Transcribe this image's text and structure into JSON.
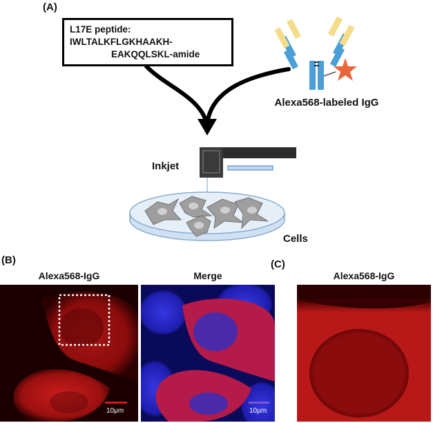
{
  "panels": {
    "a": "(A)",
    "b": "(B)",
    "c": "(C)"
  },
  "peptide": {
    "name": "L17E peptide:",
    "seq_line1": "IWLTALKFLGKHAAKH-",
    "seq_line2": "EAKQQLSKL-amide"
  },
  "labels": {
    "igg": "Alexa568-labeled IgG",
    "inkjet": "Inkjet",
    "cells": "Cells"
  },
  "images": {
    "b1_title": "Alexa568-IgG",
    "b2_title": "Merge",
    "c_title": "Alexa568-IgG",
    "scale": "10μm"
  },
  "colors": {
    "antibody_blue": "#4a9fd8",
    "antibody_tip": "#f5dc8a",
    "star": "#e8683a",
    "alexa_red": "#c81a1a",
    "dapi_blue": "#2a2ad0"
  }
}
